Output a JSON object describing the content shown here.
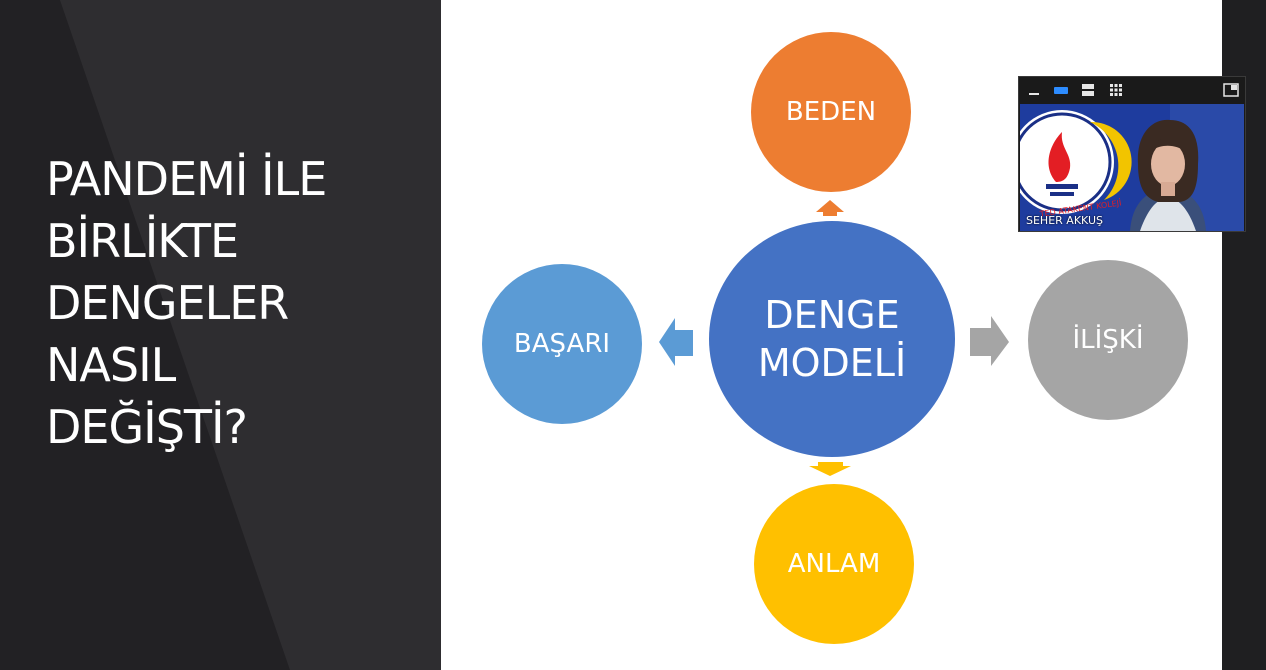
{
  "slide": {
    "title_lines": [
      "PANDEMİ İLE",
      "BİRLİKTE",
      "DENGELER",
      "NASIL",
      "DEĞİŞTİ?"
    ],
    "center_label_lines": [
      "DENGE",
      "MODELİ"
    ],
    "nodes": {
      "top": "BEDEN",
      "left": "BAŞARI",
      "right": "İLİŞKİ",
      "bottom": "ANLAM"
    },
    "colors": {
      "center": "#4472c4",
      "top": "#ed7d31",
      "left": "#5b9bd5",
      "right": "#a5a5a5",
      "bottom": "#ffc000"
    }
  },
  "video": {
    "participant_name": "SEHER AKKUŞ",
    "logo_text": "TED ATAKENT KOLEJİ",
    "toolbar_icons": [
      "minimize-icon",
      "speaker-view-icon",
      "stack-view-icon",
      "gallery-view-icon",
      "exit-popout-icon"
    ],
    "active_icon": "speaker-view-icon"
  }
}
